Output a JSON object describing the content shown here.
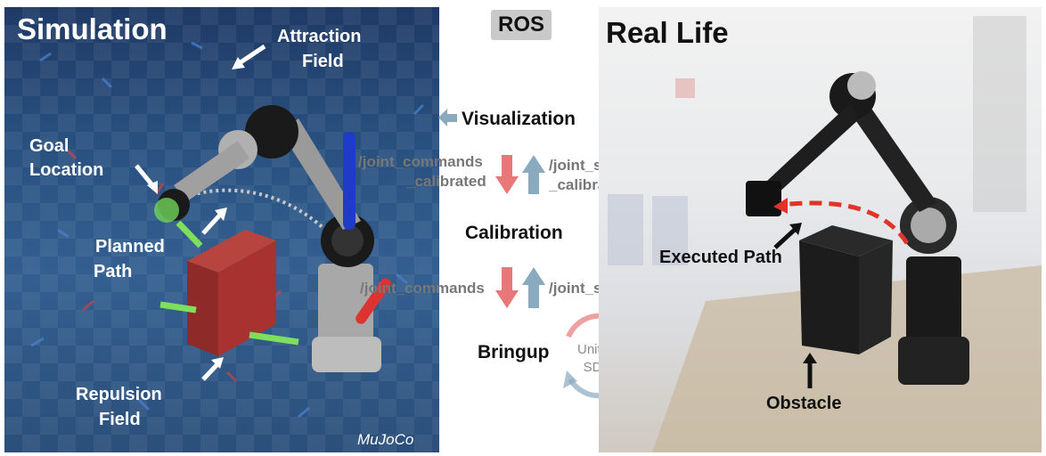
{
  "header": {
    "ros_badge": "ROS"
  },
  "simulation": {
    "title": "Simulation",
    "watermark": "MuJoCo",
    "labels": {
      "attraction_line1": "Attraction",
      "attraction_line2": "Field",
      "goal_line1": "Goal",
      "goal_line2": "Location",
      "planned_line1": "Planned",
      "planned_line2": "Path",
      "repulsion_line1": "Repulsion",
      "repulsion_line2": "Field"
    }
  },
  "ros_stack": {
    "visualization": "Visualization",
    "joint_commands_calibrated_line1": "/joint_commands",
    "joint_commands_calibrated_line2": "_calibrated",
    "joint_states_calibrated_line1": "/joint_states",
    "joint_states_calibrated_line2": "_calibrated",
    "calibration": "Calibration",
    "joint_commands": "/joint_commands",
    "joint_states": "/joint_states",
    "bringup": "Bringup",
    "sdk_line1": "Unitree",
    "sdk_line2": "SDK"
  },
  "real_life": {
    "title": "Real Life",
    "executed_path": "Executed Path",
    "obstacle": "Obstacle"
  },
  "colors": {
    "command_arrow": "#e87878",
    "state_arrow": "#8aaac0",
    "path_dash": "#e0342a"
  }
}
